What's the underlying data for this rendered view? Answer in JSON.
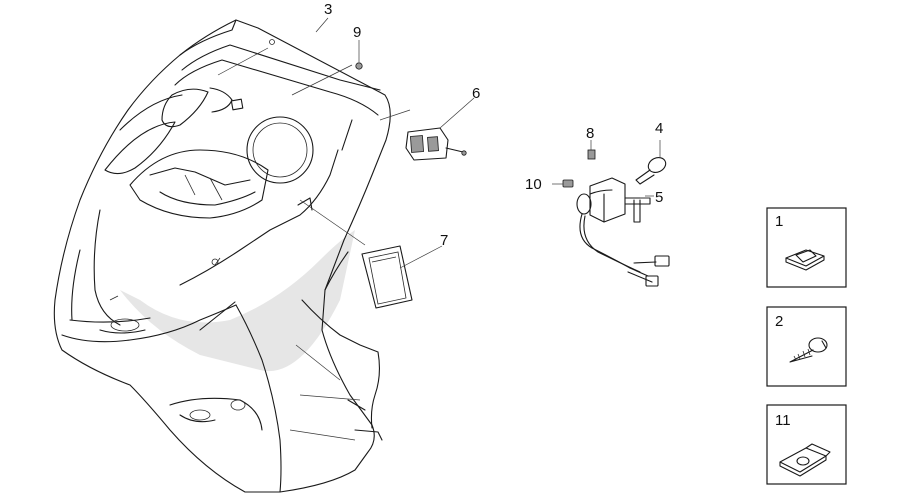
{
  "callouts": {
    "c1": "1",
    "c2": "2",
    "c3": "3",
    "c4": "4",
    "c5": "5",
    "c6": "6",
    "c7": "7",
    "c8": "8",
    "c9": "9",
    "c10": "10",
    "c11": "11"
  },
  "colors": {
    "line": "#1a1a1a",
    "shade": "#e6e6e6",
    "background": "#ffffff"
  }
}
